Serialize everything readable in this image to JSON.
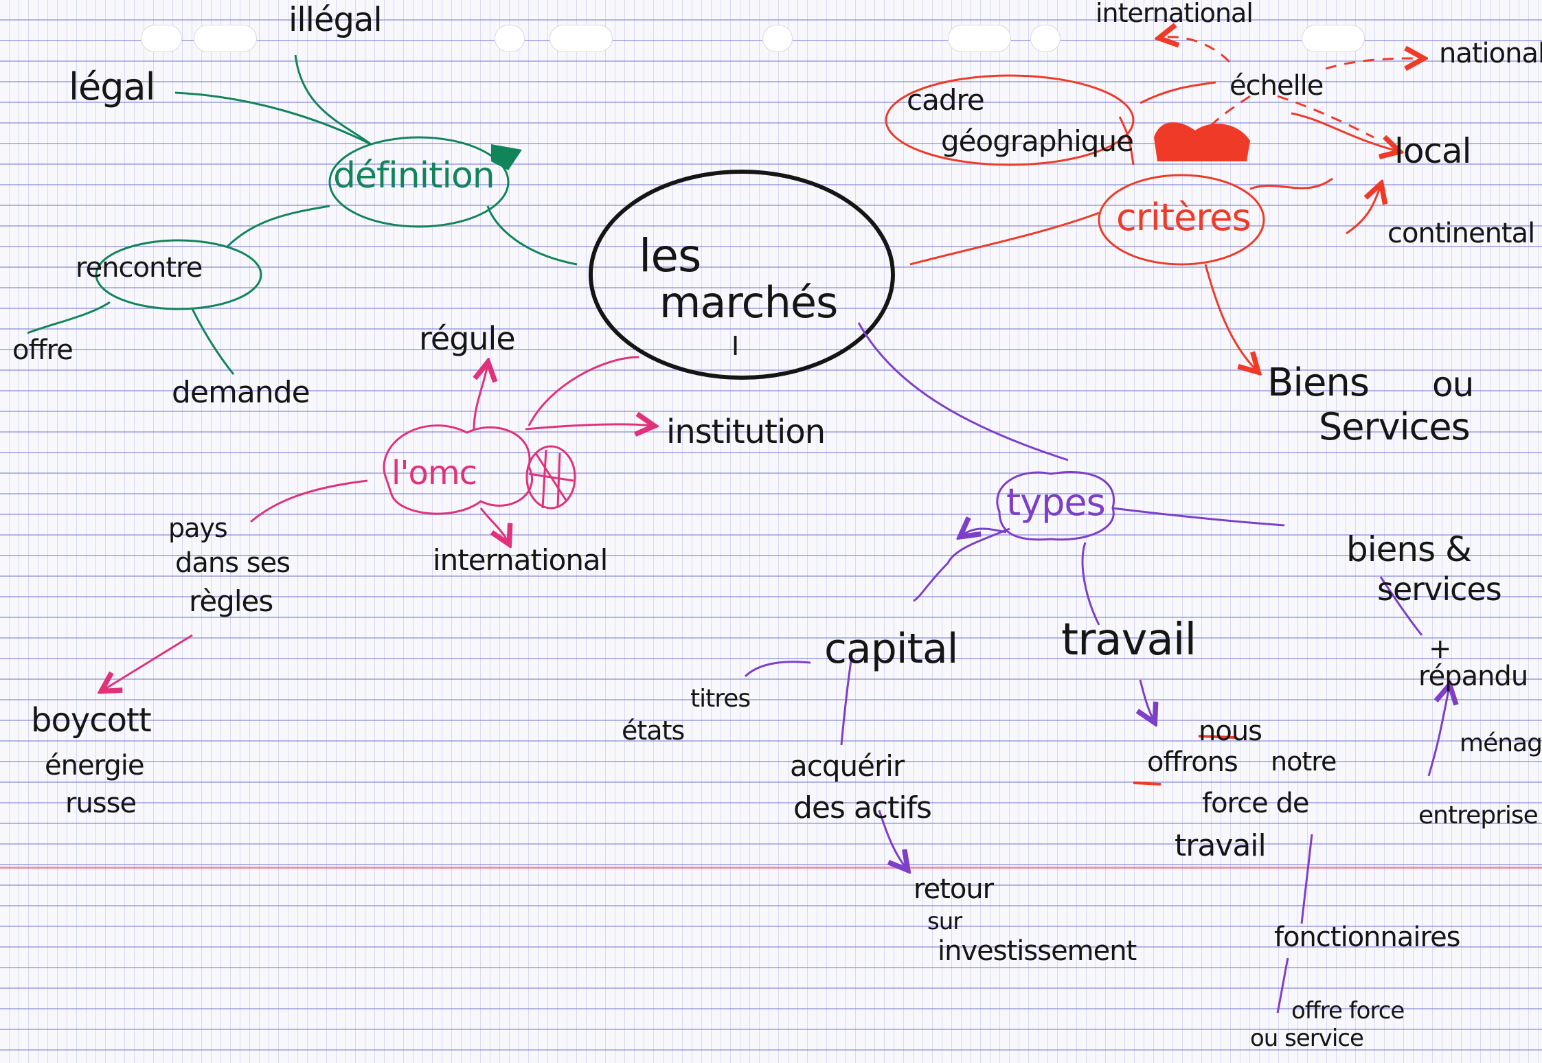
{
  "colors": {
    "ink_black": "#151515",
    "green": "#12845a",
    "red": "#ef3a28",
    "pink": "#e0317a",
    "purple": "#7d3fc8"
  },
  "center": {
    "line1": "les",
    "line2": "marchés",
    "numeral": "I"
  },
  "definition": {
    "title": "définition",
    "illegal": "illégal",
    "legal": "légal",
    "rencontre": "rencontre",
    "offre": "offre",
    "demande": "demande"
  },
  "criteres": {
    "title": "critères",
    "cadre_line1": "cadre",
    "cadre_line2": "géographique",
    "echelle": "échelle",
    "international": "international",
    "national": "national",
    "local": "local",
    "continental": "continental",
    "biens_line1": "Biens",
    "biens_ou": "ou",
    "biens_line2": "Services"
  },
  "omc": {
    "title": "l'omc",
    "regule": "régule",
    "institution": "institution",
    "international": "international",
    "pays_line1": "pays",
    "pays_line2": "dans ses",
    "pays_line3": "règles",
    "boycott_line1": "boycott",
    "boycott_line2": "énergie",
    "boycott_line3": "russe"
  },
  "types": {
    "title": "types",
    "capital": "capital",
    "titres": "titres",
    "etats": "états",
    "acquerir_line1": "acquérir",
    "acquerir_line2": "des actifs",
    "retour_line1": "retour",
    "retour_line2": "sur",
    "retour_line3": "investissement",
    "travail": "travail",
    "nous": "nous",
    "offrons": "offrons",
    "notre": "notre",
    "force_line1": "force de",
    "force_line2": "travail",
    "fonctionnaires": "fonctionnaires",
    "offre_force": "offre force",
    "ou_service": "ou service",
    "biens_services_line1": "biens &",
    "biens_services_line2": "services",
    "plus": "+",
    "repandu": "répandu",
    "menage": "ménage",
    "entreprise": "entreprise"
  }
}
